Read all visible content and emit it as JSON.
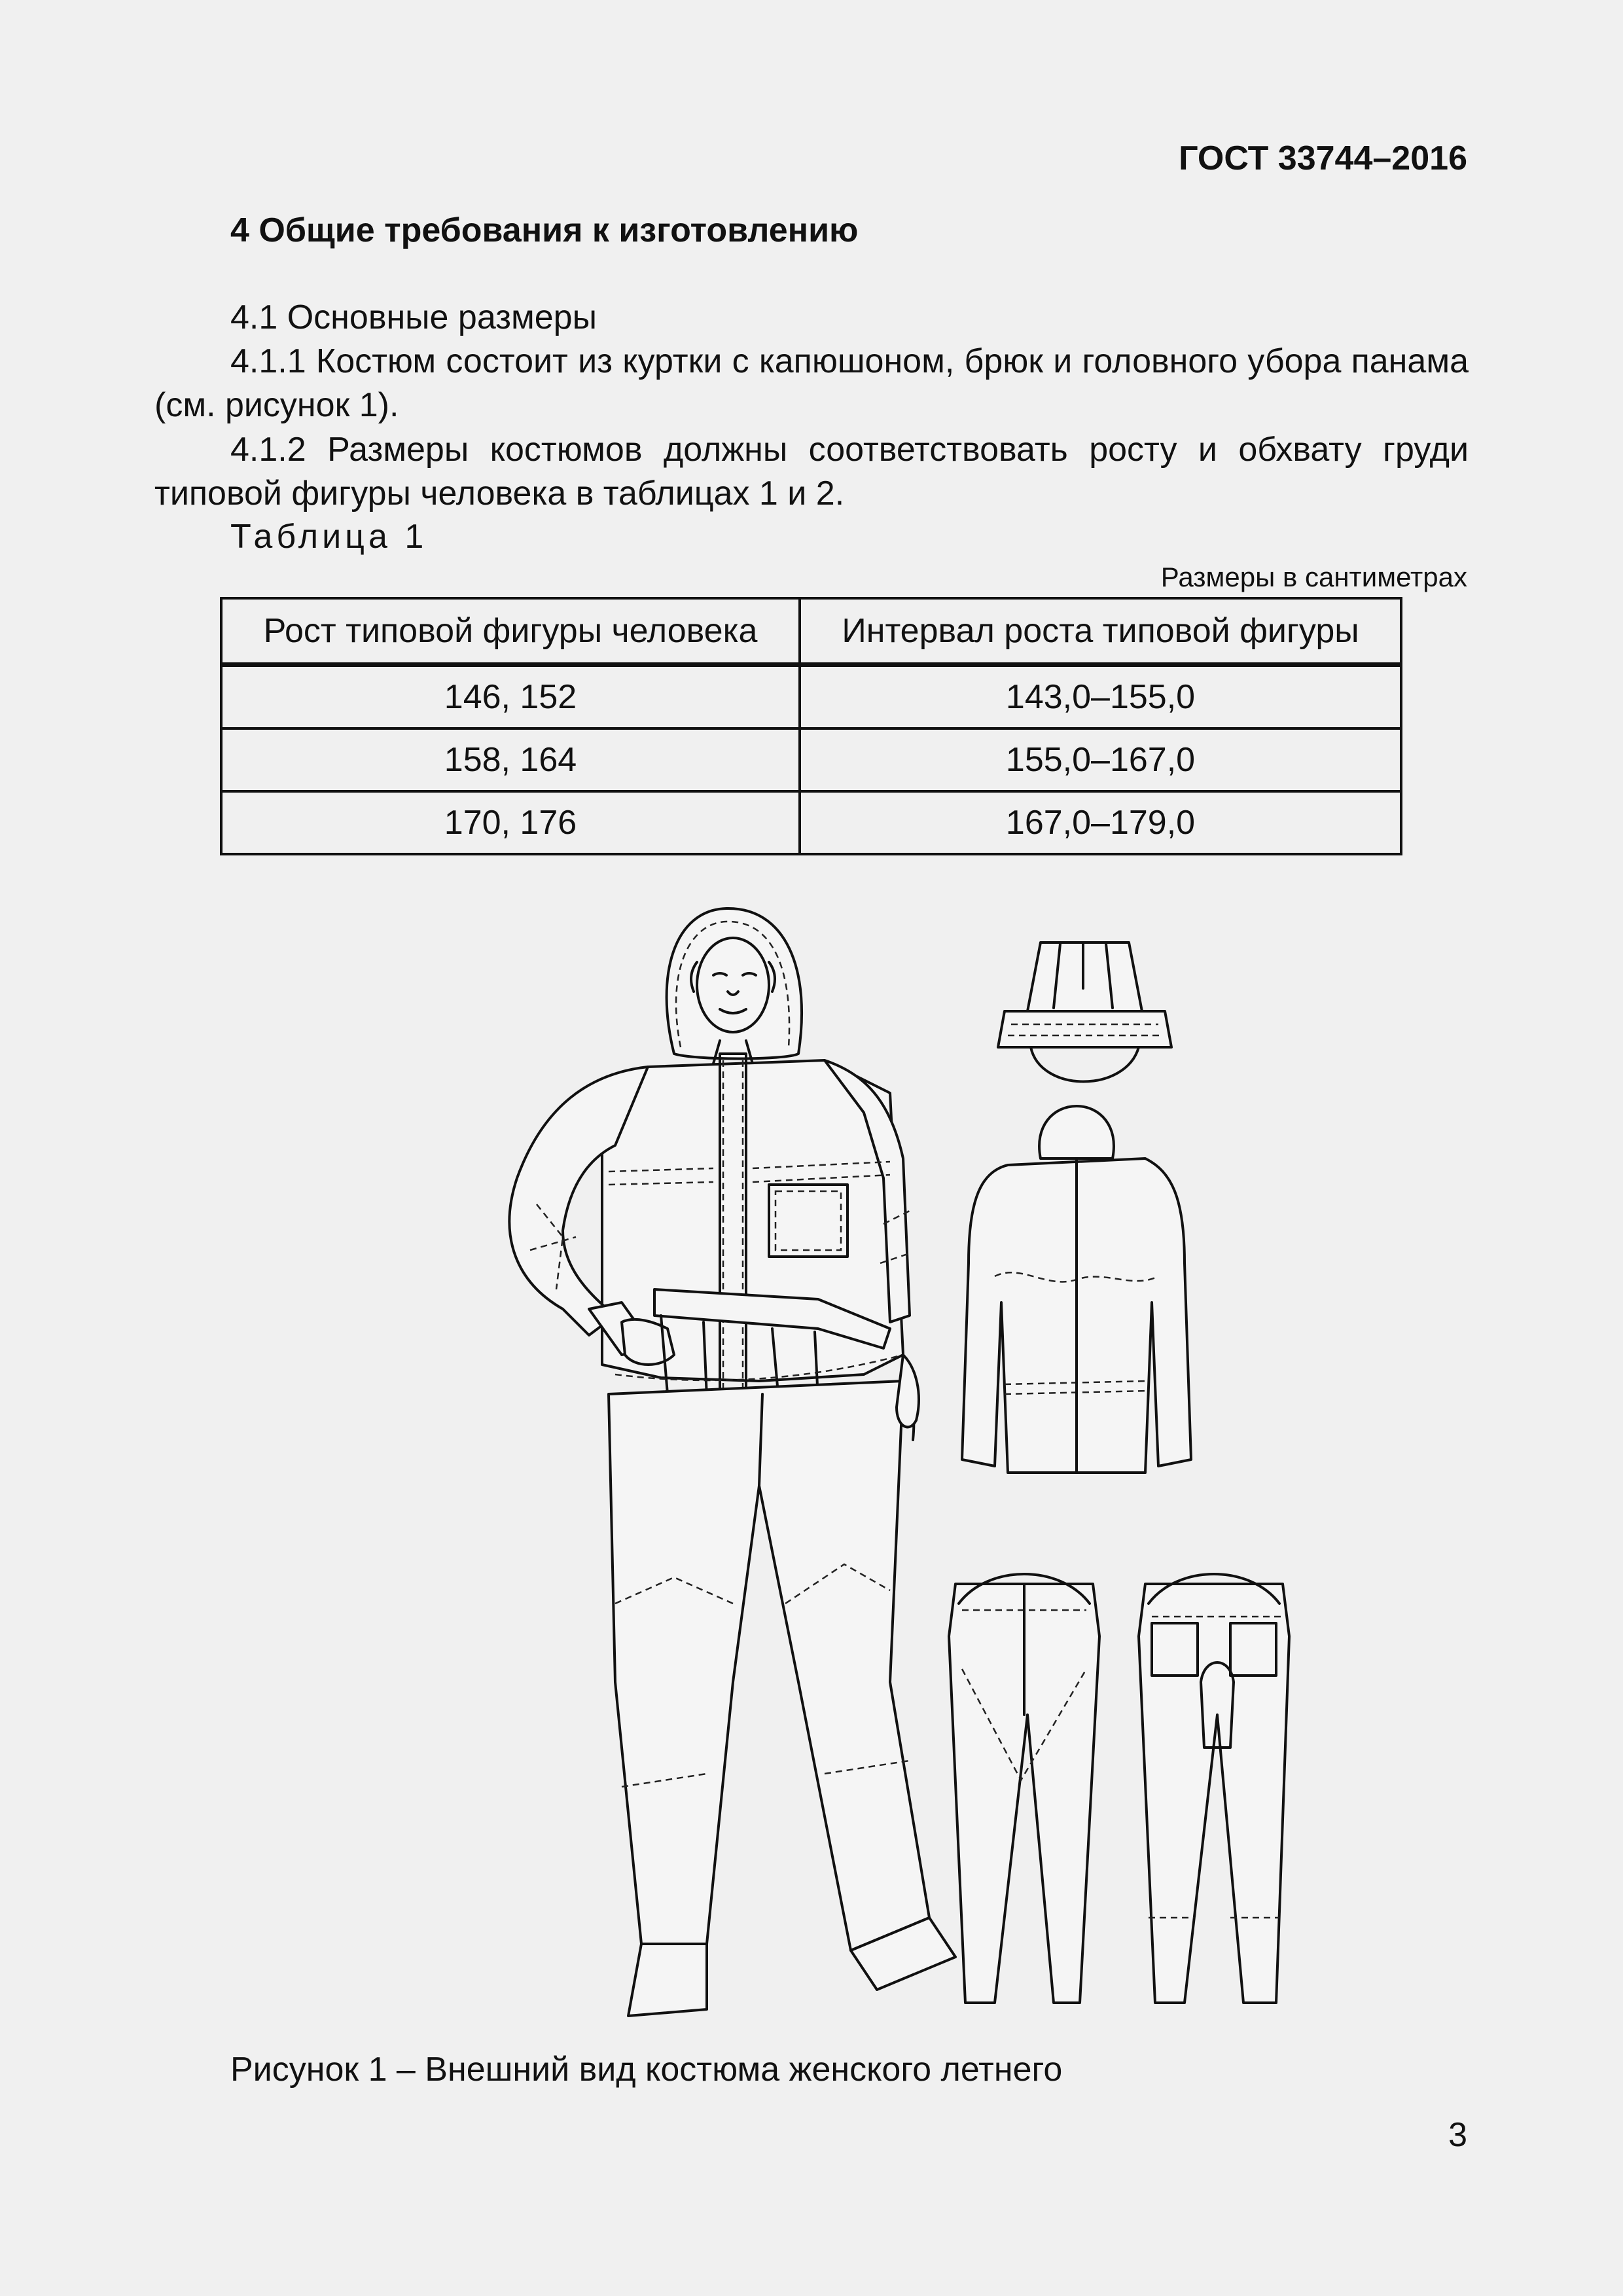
{
  "header": {
    "standard_code": "ГОСТ 33744–2016"
  },
  "section": {
    "title": "4 Общие требования к изготовлению",
    "paragraphs": {
      "p1": "4.1 Основные размеры",
      "p2": "4.1.1 Костюм состоит из куртки с капюшоном, брюк и головного убора панама (см. рисунок 1).",
      "p3": "4.1.2 Размеры костюмов должны соответствовать росту и обхвату груди типовой фигуры человека в таблицах 1 и 2."
    }
  },
  "table1": {
    "caption": "Таблица 1",
    "units": "Размеры в сантиметрах",
    "headers": [
      "Рост типовой фигуры человека",
      "Интервал роста типовой фигуры"
    ],
    "rows": [
      [
        "146, 152",
        "143,0–155,0"
      ],
      [
        "158, 164",
        "155,0–167,0"
      ],
      [
        "170, 176",
        "167,0–179,0"
      ]
    ]
  },
  "figure1": {
    "caption": "Рисунок 1 – Внешний вид костюма женского летнего"
  },
  "footer": {
    "page_number": "3"
  }
}
